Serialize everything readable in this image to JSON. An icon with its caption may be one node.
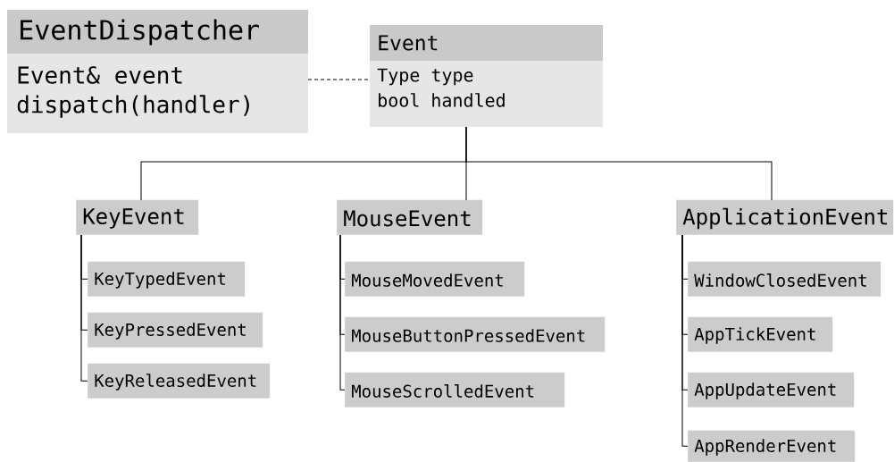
{
  "diagram": {
    "nodes": [
      {
        "text": [
          "EventDispatcher",
          "Event& event",
          "dispatch(handler)"
        ]
      },
      {
        "text": [
          "Event",
          "Type type",
          "bool handled"
        ]
      },
      {
        "text": [
          "KeyEvent"
        ]
      },
      {
        "text": [
          "KeyTypedEvent"
        ]
      },
      {
        "text": [
          "KeyPressedEvent"
        ]
      },
      {
        "text": [
          "KeyReleasedEvent"
        ]
      },
      {
        "text": [
          "MouseEvent"
        ]
      },
      {
        "text": [
          "MouseMovedEvent"
        ]
      },
      {
        "text": [
          "MouseButtonPressedEvent"
        ]
      },
      {
        "text": [
          "MouseScrolledEvent"
        ]
      },
      {
        "text": [
          "ApplicationEvent"
        ]
      },
      {
        "text": [
          "WindowClosedEvent"
        ]
      },
      {
        "text": [
          "AppTickEvent"
        ]
      },
      {
        "text": [
          "AppUpdateEvent"
        ]
      },
      {
        "text": [
          "AppRenderEvent"
        ]
      }
    ],
    "edges": [
      {
        "from": 0,
        "to": 1,
        "arrow": "none",
        "style": "dashed"
      },
      {
        "from": 1,
        "to": 2,
        "arrow": "none"
      },
      {
        "from": 1,
        "to": 6,
        "arrow": "none"
      },
      {
        "from": 1,
        "to": 10,
        "arrow": "none"
      },
      {
        "from": 2,
        "to": 3,
        "arrow": "none"
      },
      {
        "from": 2,
        "to": 4,
        "arrow": "none"
      },
      {
        "from": 2,
        "to": 5,
        "arrow": "none"
      },
      {
        "from": 6,
        "to": 7,
        "arrow": "none"
      },
      {
        "from": 6,
        "to": 8,
        "arrow": "none"
      },
      {
        "from": 6,
        "to": 9,
        "arrow": "none"
      },
      {
        "from": 10,
        "to": 11,
        "arrow": "none"
      },
      {
        "from": 10,
        "to": 12,
        "arrow": "none"
      },
      {
        "from": 10,
        "to": 13,
        "arrow": "none"
      },
      {
        "from": 10,
        "to": 14,
        "arrow": "none"
      }
    ]
  }
}
